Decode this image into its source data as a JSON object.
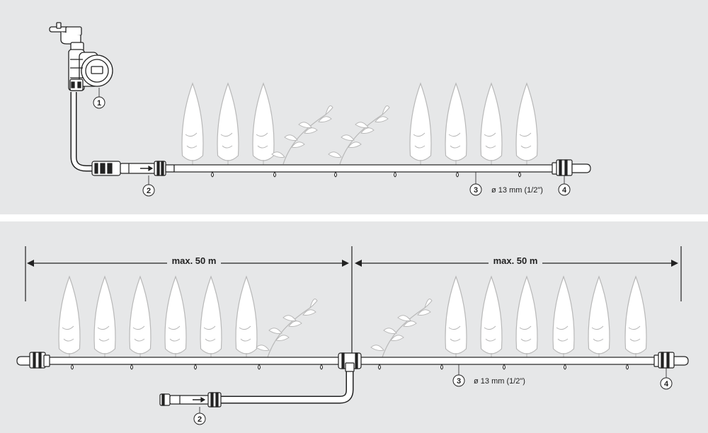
{
  "top": {
    "callouts": [
      "1",
      "2",
      "3",
      "4"
    ],
    "pipe_spec": "ø 13 mm (1/2\")"
  },
  "bottom": {
    "dim_left": "max. 50 m",
    "dim_right": "max. 50 m",
    "callouts": [
      "2",
      "3",
      "4"
    ],
    "pipe_spec": "ø 13 mm (1/2\")"
  },
  "colors": {
    "panel": "#e6e7e8",
    "line": "#222222",
    "plant_fill": "#ffffff",
    "plant_stroke": "#b8b8b8"
  }
}
